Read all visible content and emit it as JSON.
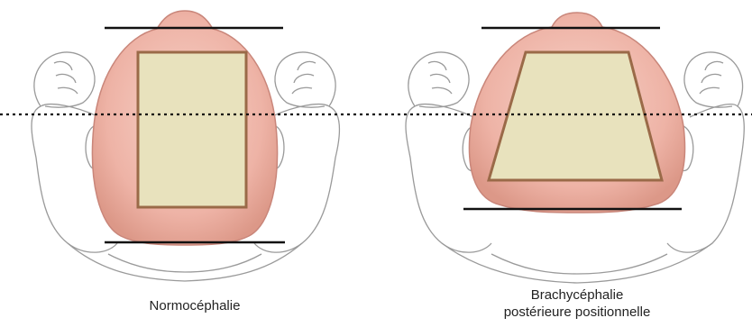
{
  "panels": [
    {
      "id": "normal",
      "caption_lines": [
        "Normocéphalie"
      ]
    },
    {
      "id": "brachy",
      "caption_lines": [
        "Brachycéphalie",
        "postérieure positionnelle"
      ]
    }
  ],
  "colors": {
    "head_fill": "#eeb3a6",
    "head_stroke": "#c9867a",
    "shape_fill": "#e8e2bd",
    "shape_stroke": "#9a6a48",
    "line": "#111111",
    "body_outline": "#9a9a9a"
  }
}
